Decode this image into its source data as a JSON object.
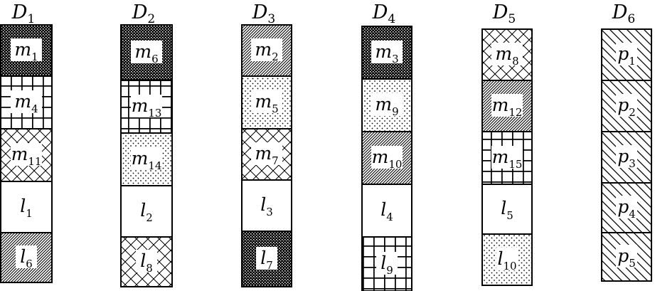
{
  "columns": [
    {
      "title": {
        "base": "D",
        "sub": "1"
      },
      "cells": [
        {
          "base": "m",
          "sub": "1",
          "pattern": "dense-dots"
        },
        {
          "base": "m",
          "sub": "4",
          "pattern": "grid"
        },
        {
          "base": "m",
          "sub": "11",
          "pattern": "crosshatch"
        },
        {
          "base": "l",
          "sub": "1",
          "pattern": "blank"
        },
        {
          "base": "l",
          "sub": "6",
          "pattern": "diag-right"
        }
      ]
    },
    {
      "title": {
        "base": "D",
        "sub": "2"
      },
      "cells": [
        {
          "base": "m",
          "sub": "6",
          "pattern": "dense-dots"
        },
        {
          "base": "m",
          "sub": "13",
          "pattern": "grid"
        },
        {
          "base": "m",
          "sub": "14",
          "pattern": "dots"
        },
        {
          "base": "l",
          "sub": "2",
          "pattern": "blank"
        },
        {
          "base": "l",
          "sub": "8",
          "pattern": "crosshatch"
        }
      ]
    },
    {
      "title": {
        "base": "D",
        "sub": "3"
      },
      "cells": [
        {
          "base": "m",
          "sub": "2",
          "pattern": "diag-right"
        },
        {
          "base": "m",
          "sub": "5",
          "pattern": "dots"
        },
        {
          "base": "m",
          "sub": "7",
          "pattern": "crosshatch"
        },
        {
          "base": "l",
          "sub": "3",
          "pattern": "blank"
        },
        {
          "base": "l",
          "sub": "7",
          "pattern": "dense-dots"
        }
      ]
    },
    {
      "title": {
        "base": "D",
        "sub": "4"
      },
      "cells": [
        {
          "base": "m",
          "sub": "3",
          "pattern": "dense-dots"
        },
        {
          "base": "m",
          "sub": "9",
          "pattern": "dots"
        },
        {
          "base": "m",
          "sub": "10",
          "pattern": "diag-right"
        },
        {
          "base": "l",
          "sub": "4",
          "pattern": "blank"
        },
        {
          "base": "l",
          "sub": "9",
          "pattern": "grid"
        }
      ]
    },
    {
      "title": {
        "base": "D",
        "sub": "5"
      },
      "cells": [
        {
          "base": "m",
          "sub": "8",
          "pattern": "crosshatch"
        },
        {
          "base": "m",
          "sub": "12",
          "pattern": "diag-right"
        },
        {
          "base": "m",
          "sub": "15",
          "pattern": "grid"
        },
        {
          "base": "l",
          "sub": "5",
          "pattern": "blank"
        },
        {
          "base": "l",
          "sub": "10",
          "pattern": "dots"
        }
      ]
    },
    {
      "title": {
        "base": "D",
        "sub": "6"
      },
      "cells": [
        {
          "base": "p",
          "sub": "1",
          "pattern": "diag-left"
        },
        {
          "base": "p",
          "sub": "2",
          "pattern": "diag-left"
        },
        {
          "base": "p",
          "sub": "3",
          "pattern": "diag-left"
        },
        {
          "base": "p",
          "sub": "4",
          "pattern": "diag-left"
        },
        {
          "base": "p",
          "sub": "5",
          "pattern": "diag-left"
        }
      ]
    }
  ]
}
